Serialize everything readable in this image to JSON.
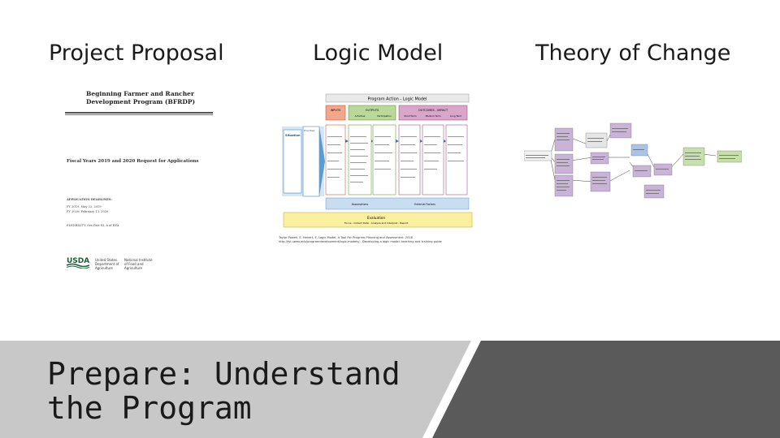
{
  "headings": {
    "proposal": "Project Proposal",
    "logic_model": "Logic Model",
    "theory_of_change": "Theory of Change"
  },
  "proposal_doc": {
    "program_title_line1": "Beginning Farmer and Rancher",
    "program_title_line2": "Development Program (BFRDP)",
    "subtitle": "Fiscal Years 2019 and 2020 Request for Applications",
    "deadlines_label": "APPLICATION DEADLINES:",
    "deadline_1": "FY 2019: May 23, 2019",
    "deadline_2": "FY 2020: February 13, 2020",
    "eligibility": "ELIGIBILITY: See Part III, A of RFA",
    "logo": "USDA",
    "dept_line1": "United States",
    "dept_line2": "Department of",
    "dept_line3": "Agriculture",
    "inst_line1": "National Institute",
    "inst_line2": "of Food and",
    "inst_line3": "Agriculture"
  },
  "logic_model": {
    "header": "Program Action - Logic Model",
    "inputs": "INPUTS",
    "outputs": "OUTPUTS",
    "outcomes": "OUTCOMES - IMPACT",
    "outputs_sub": [
      "Activities",
      "Participation"
    ],
    "outcomes_sub": [
      "Short Term",
      "Medium Term",
      "Long Term"
    ],
    "priorities": "Priorities",
    "situation": "Situation",
    "assumptions": "Assumptions",
    "external_factors": "External Factors",
    "evaluation": "Evaluation",
    "evaluation_sub": "Focus - Collect Data - Analyze and Interpret - Report",
    "citation_line1": "Taylor-Powell, E. Henert, E. Logic Model, A Tool For Program Planning and Assessment. 2016",
    "citation_line2": "http://fyi.uwex.edu/programdevelopment/logic-models/ -  Developing a logic model: teaching and training guide"
  },
  "slide_title": {
    "line1": "Prepare: Understand",
    "line2": "the Program"
  },
  "colors": {
    "banner_light": "#c8c8c8",
    "banner_dark": "#5a5a5a",
    "inputs": "#f4a58a",
    "outputs": "#b9d89a",
    "outcomes": "#d9a5c9",
    "priorities": "#5b9bd5",
    "evaluation": "#fbf0a0",
    "toc_purple": "#c9b3d9",
    "toc_blue": "#a9c3e8",
    "toc_green": "#c5e0a8"
  }
}
